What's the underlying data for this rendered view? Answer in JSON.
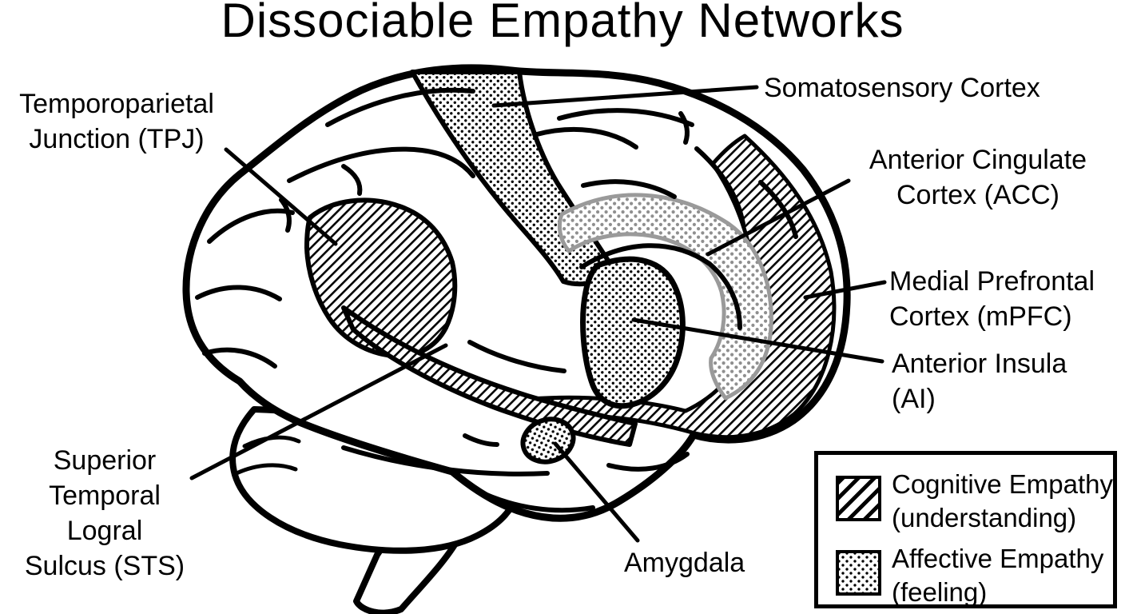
{
  "title": "Dissociable Empathy Networks",
  "regions": {
    "tpj": {
      "line1": "Temporoparietal",
      "line2": "Junction (TPJ)"
    },
    "somatosensory": {
      "line1": "Somatosensory Cortex"
    },
    "acc": {
      "line1": "Anterior Cingulate",
      "line2": "Cortex (ACC)"
    },
    "mpfc": {
      "line1": "Medial Prefrontal",
      "line2": "Cortex (mPFC)"
    },
    "ai": {
      "line1": "Anterior Insula",
      "line2": "(AI)"
    },
    "sts": {
      "line1": "Superior",
      "line2": "Temporal",
      "line3": "Logral",
      "line4": "Sulcus (STS)"
    },
    "amygdala": {
      "line1": "Amygdala"
    }
  },
  "legend": {
    "items": [
      {
        "swatch": "diagonal-hatch",
        "line1": "Cognitive Empathy",
        "line2": "(understanding)"
      },
      {
        "swatch": "stipple-dots",
        "line1": "Affective Empathy",
        "line2": "(feeling)"
      }
    ]
  },
  "colors": {
    "ink": "#000000",
    "paper": "#ffffff",
    "acc_band_gray": "#9a9a9a"
  }
}
